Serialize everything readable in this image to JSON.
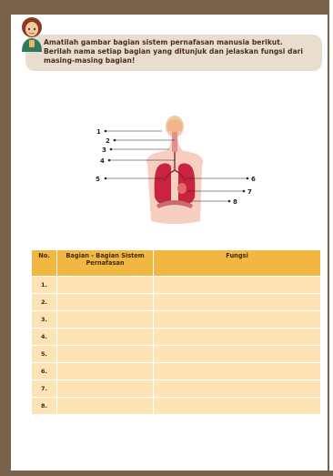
{
  "instruction": {
    "text": "Amatilah gambar bagian sistem pernafasan manusia berikut.\nBerilah nama setiap bagian yang ditunjuk dan jelaskan fungsi dari\nmasing-masing bagian!"
  },
  "diagram": {
    "labels": [
      "1",
      "2",
      "3",
      "4",
      "5",
      "6",
      "7",
      "8"
    ]
  },
  "table": {
    "headers": [
      "No.",
      "Bagian - Bagian Sistem Pernafasan",
      "Fungsi"
    ],
    "rows": [
      {
        "no": "1.",
        "bagian": "",
        "fungsi": ""
      },
      {
        "no": "2.",
        "bagian": "",
        "fungsi": ""
      },
      {
        "no": "3.",
        "bagian": "",
        "fungsi": ""
      },
      {
        "no": "4.",
        "bagian": "",
        "fungsi": ""
      },
      {
        "no": "5.",
        "bagian": "",
        "fungsi": ""
      },
      {
        "no": "6.",
        "bagian": "",
        "fungsi": ""
      },
      {
        "no": "7.",
        "bagian": "",
        "fungsi": ""
      },
      {
        "no": "8.",
        "bagian": "",
        "fungsi": ""
      }
    ]
  },
  "colors": {
    "frame": "#7a6149",
    "instruction_bg": "#e9ddd0",
    "header_bg": "#f2b740",
    "cell_bg": "#fde3b6"
  }
}
